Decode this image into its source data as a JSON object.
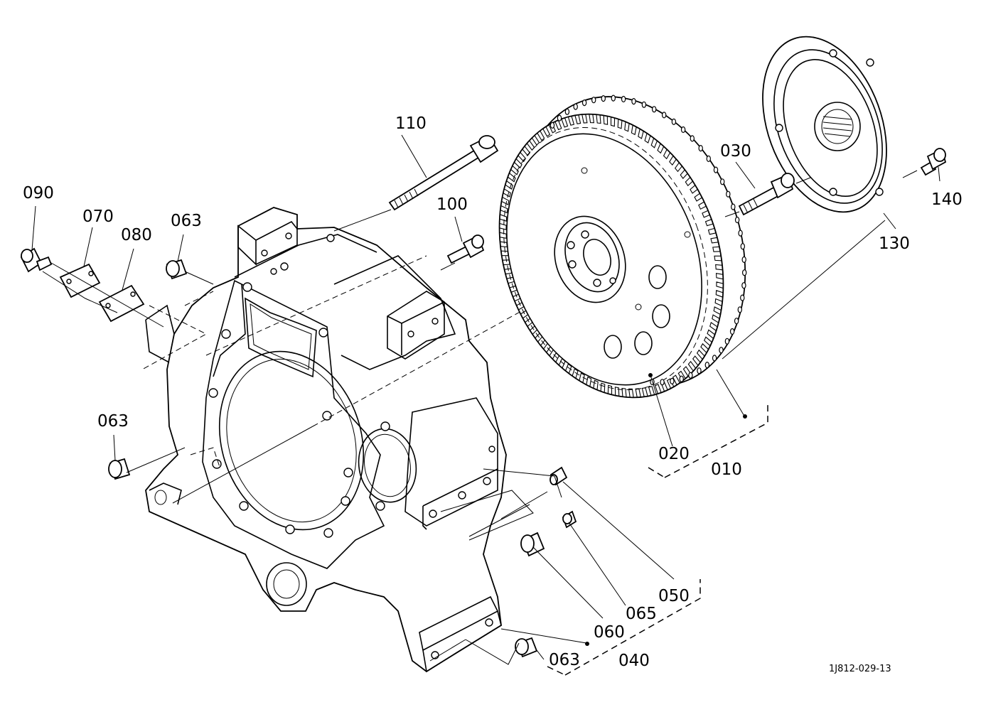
{
  "drawing_ref": "1J812-029-13",
  "labels": {
    "p010": "010",
    "p020": "020",
    "p030": "030",
    "p040": "040",
    "p050": "050",
    "p060": "060",
    "p063a": "063",
    "p063b": "063",
    "p063c": "063",
    "p065": "065",
    "p070": "070",
    "p080": "080",
    "p090": "090",
    "p100": "100",
    "p110": "110",
    "p130": "130",
    "p140": "140"
  }
}
